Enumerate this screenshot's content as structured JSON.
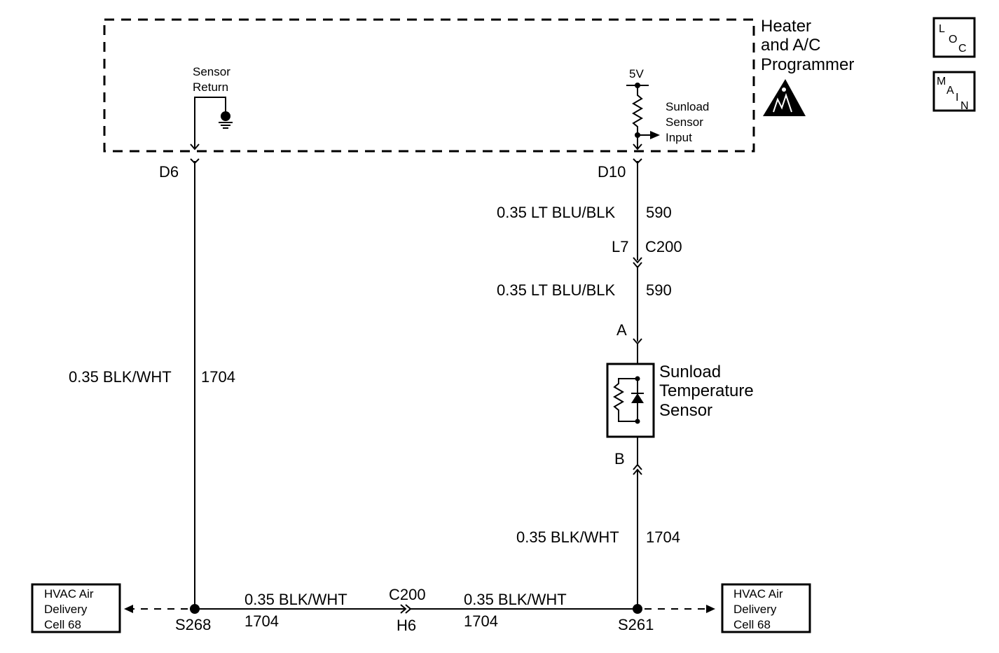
{
  "module": {
    "name_lines": [
      "Heater",
      "and A/C",
      "Programmer"
    ],
    "sensor_return_lines": [
      "Sensor",
      "Return"
    ],
    "voltage": "5V",
    "sunload_input_lines": [
      "Sunload",
      "Sensor",
      "Input"
    ]
  },
  "nav_icons": {
    "loc": [
      "L",
      "O",
      "C"
    ],
    "main": [
      "M",
      "A",
      "I",
      "N"
    ]
  },
  "pins": {
    "d6": "D6",
    "d10": "D10",
    "l7": "L7",
    "c200_right": "C200",
    "a": "A",
    "b": "B",
    "c200_bottom": "C200",
    "h6": "H6"
  },
  "wires": {
    "left_vertical": {
      "gauge_color": "0.35 BLK/WHT",
      "circuit": "1704"
    },
    "right_upper": {
      "gauge_color": "0.35 LT BLU/BLK",
      "circuit": "590"
    },
    "right_middle": {
      "gauge_color": "0.35 LT BLU/BLK",
      "circuit": "590"
    },
    "right_lower": {
      "gauge_color": "0.35 BLK/WHT",
      "circuit": "1704"
    },
    "bottom_left": {
      "gauge_color": "0.35 BLK/WHT",
      "circuit": "1704"
    },
    "bottom_right": {
      "gauge_color": "0.35 BLK/WHT",
      "circuit": "1704"
    }
  },
  "sensor": {
    "name_lines": [
      "Sunload",
      "Temperature",
      "Sensor"
    ]
  },
  "splices": {
    "left": "S268",
    "right": "S261"
  },
  "refs": {
    "left_lines": [
      "HVAC Air",
      "Delivery",
      "Cell 68"
    ],
    "right_lines": [
      "HVAC Air",
      "Delivery",
      "Cell 68"
    ]
  }
}
